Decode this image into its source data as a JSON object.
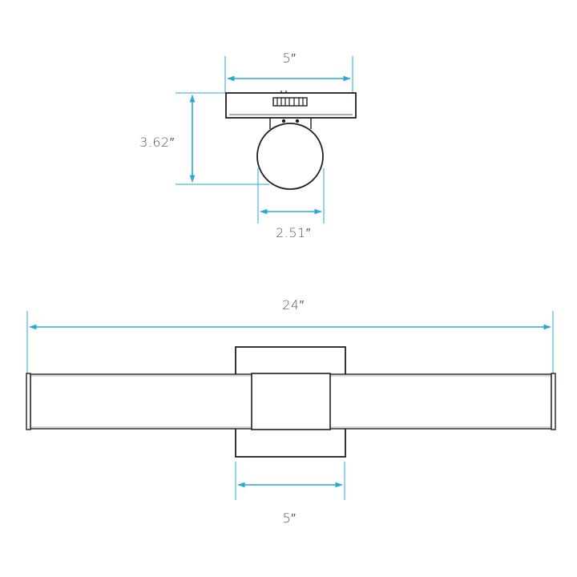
{
  "colors": {
    "dimension_line": "#2aa7d9",
    "outline": "#1f1f1f",
    "text": "#555555",
    "background": "#ffffff"
  },
  "dimensions": {
    "top_width": "5″",
    "height": "3.62″",
    "tube_diameter": "2.51″",
    "overall_length": "24″",
    "backplate_width": "5″"
  }
}
